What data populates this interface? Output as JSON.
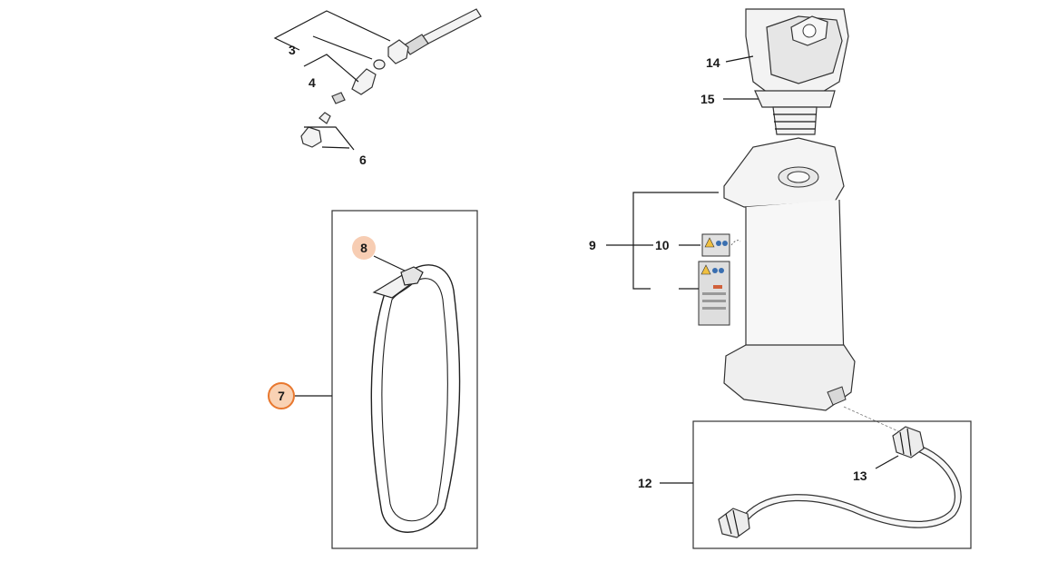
{
  "labels": {
    "l3": "3",
    "l4": "4",
    "l6": "6",
    "l7": "7",
    "l8": "8",
    "l9": "9",
    "l10": "10",
    "l12": "12",
    "l13": "13",
    "l14": "14",
    "l15": "15"
  },
  "colors": {
    "callout_7_fill": "#f9d2b4",
    "callout_7_stroke": "#e8772e",
    "callout_8_fill": "#f7cdb3",
    "line": "#1a1a1a",
    "part_stroke": "#333333"
  }
}
